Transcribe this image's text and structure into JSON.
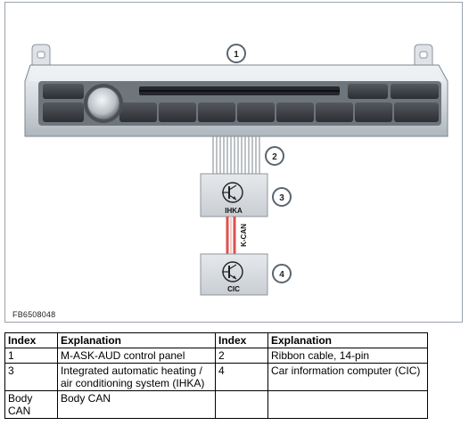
{
  "figure": {
    "id": "FB6508048",
    "callouts": [
      "1",
      "2",
      "3",
      "4"
    ],
    "module_ihka_label": "IHKA",
    "module_cic_label": "CIC",
    "bus_label": "K-CAN"
  },
  "legend": {
    "headers": [
      "Index",
      "Explanation",
      "Index",
      "Explanation"
    ],
    "rows": [
      {
        "index_a": "1",
        "explanation_a": "M-ASK-AUD control panel",
        "index_b": "2",
        "explanation_b": "Ribbon cable, 14-pin"
      },
      {
        "index_a": "3",
        "explanation_a": "Integrated automatic heating / air conditioning system (IHKA)",
        "index_b": "4",
        "explanation_b": "Car information computer (CIC)"
      },
      {
        "index_a": "Body CAN",
        "explanation_a": "Body CAN",
        "index_b": "",
        "explanation_b": ""
      }
    ]
  },
  "colors": {
    "panel_light": "#dfe4e8",
    "panel_mid": "#b8c0c7",
    "panel_dark": "#3a3d42",
    "module_fill": "#d9dde0",
    "bus_red": "#d9534f",
    "callout_border": "#5a6570"
  }
}
